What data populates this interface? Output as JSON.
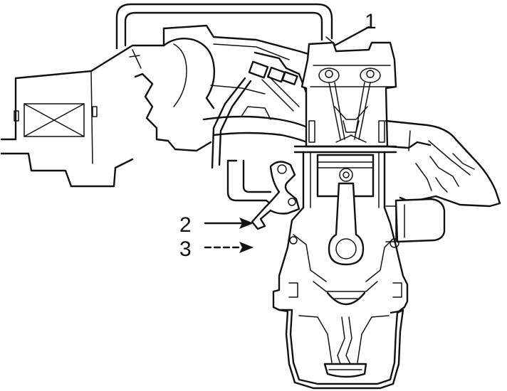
{
  "callouts": [
    {
      "id": "callout-1",
      "text": "1"
    },
    {
      "id": "callout-2",
      "text": "2"
    },
    {
      "id": "callout-3",
      "text": "3"
    }
  ],
  "colors": {
    "line": "#111111",
    "background": "#ffffff"
  }
}
